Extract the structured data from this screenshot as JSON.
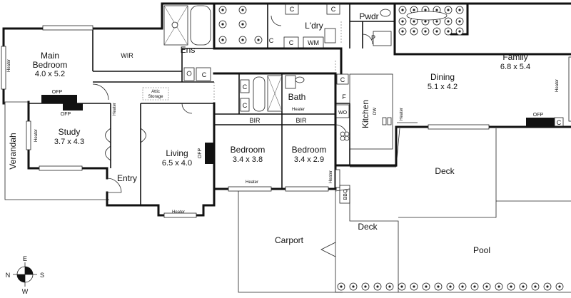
{
  "rooms": {
    "main_bedroom": {
      "name_1": "Main",
      "name_2": "Bedroom",
      "dims": "4.0 x 5.2"
    },
    "wir": "WIR",
    "ens": "Ens",
    "study": {
      "name": "Study",
      "dims": "3.7 x 4.3"
    },
    "verandah": "Verandah",
    "entry": "Entry",
    "living": {
      "name": "Living",
      "dims": "6.5 x 4.0"
    },
    "bedroom_2": {
      "name": "Bedroom",
      "dims": "3.4 x 3.8"
    },
    "bedroom_3": {
      "name": "Bedroom",
      "dims": "3.4 x 2.9"
    },
    "bath": "Bath",
    "laundry": "L'dry",
    "powder": "Pwdr",
    "kitchen": "Kitchen",
    "dining": {
      "name": "Dining",
      "dims": "5.1 x 4.2"
    },
    "family": {
      "name": "Family",
      "dims": "6.8 x 5.4"
    },
    "deck_upper": "Deck",
    "deck_lower": "Deck",
    "carport": "Carport",
    "pool": "Pool"
  },
  "fixtures": {
    "heater": "Heater",
    "ofp": "OFP",
    "bir": "BIR",
    "attic_1": "Attic",
    "attic_2": "Storage",
    "c": "C",
    "wm": "WM",
    "p": "P",
    "f": "F",
    "wo": "WO",
    "dw": "DW",
    "bbq": "BBQ"
  },
  "compass": {
    "n": "N",
    "e": "E",
    "s": "S",
    "w": "W"
  },
  "colors": {
    "wall": "#111111",
    "paper": "#ffffff"
  }
}
